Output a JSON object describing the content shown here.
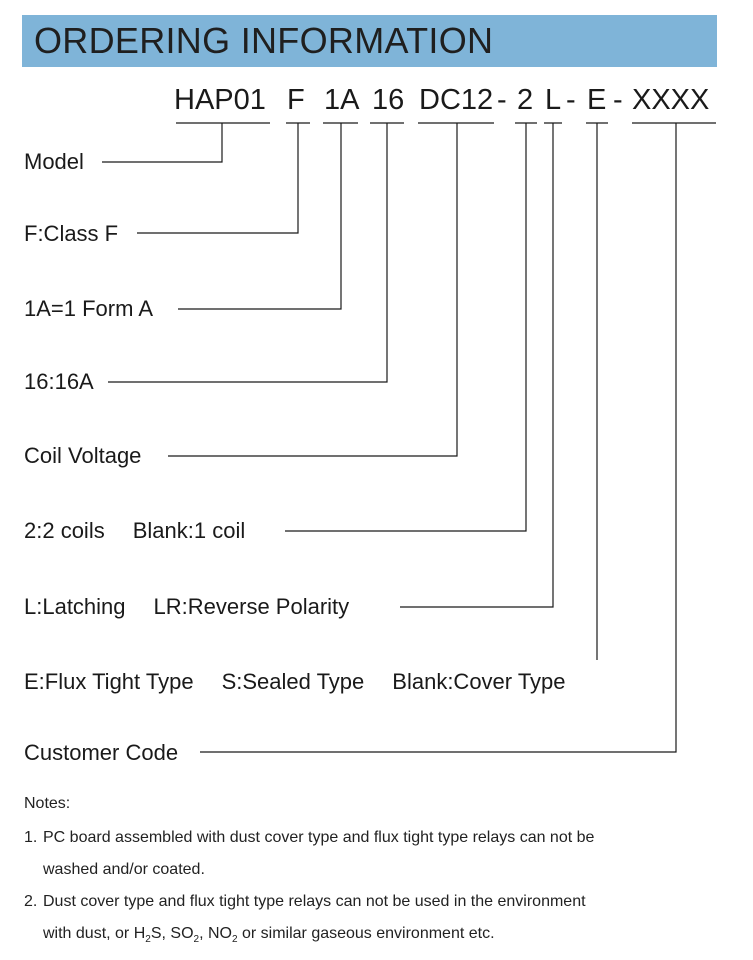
{
  "title": "ORDERING INFORMATION",
  "part_number": {
    "segments": [
      "HAP01",
      "F",
      "1A",
      "16",
      "DC12",
      "2",
      "L",
      "E",
      "XXXX"
    ],
    "separator": "-"
  },
  "fields": {
    "model": "Model",
    "class": "F:Class F",
    "contact": "1A=1 Form A",
    "current": "16:16A",
    "coil_voltage": "Coil Voltage",
    "coils_a": "2:2 coils",
    "coils_b": "Blank:1 coil",
    "latch_a": "L:Latching",
    "latch_b": "LR:Reverse Polarity",
    "type_a": "E:Flux Tight Type",
    "type_b": "S:Sealed Type",
    "type_c": "Blank:Cover Type",
    "customer_code": "Customer Code"
  },
  "notes": {
    "heading": "Notes:",
    "note1_num": "1.",
    "note1_line1": "PC board assembled with dust cover type and flux tight type relays can not be",
    "note1_line2": "washed and/or coated.",
    "note2_num": "2.",
    "note2_line1": "Dust cover type and flux tight type relays can not be used in the environment",
    "note2_pre": "with dust, or H",
    "note2_sub1": "2",
    "note2_mid1": "S, SO",
    "note2_sub2": "2",
    "note2_mid2": ", NO",
    "note2_sub3": "2",
    "note2_post": " or similar gaseous environment etc."
  },
  "colors": {
    "banner": "#7fb4d8",
    "text": "#1a1a1a",
    "line": "#1a1a1a"
  }
}
